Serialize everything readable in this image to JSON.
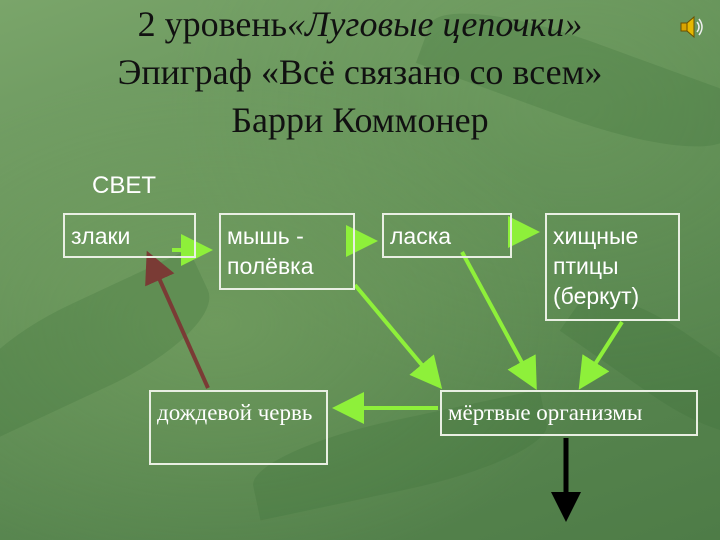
{
  "header": {
    "line1_prefix": "2 уровень",
    "line1_italic": "«Луговые цепочки»",
    "line2": "Эпиграф «Всё связано со всем»",
    "line3": "Барри Коммонер"
  },
  "diagram": {
    "source_label": "СВЕТ",
    "nodes": {
      "grass": "злаки",
      "vole": "мышь - полёвка",
      "weasel": "ласка",
      "raptors": "хищные птицы (беркут)",
      "dead": "мёртвые организмы",
      "worm": "дождевой червь"
    },
    "colors": {
      "food_arrow": "#8ef03a",
      "return_arrow": "#7a3b35",
      "down_arrow": "#000000"
    }
  },
  "icons": {
    "speaker": "speaker-icon"
  }
}
